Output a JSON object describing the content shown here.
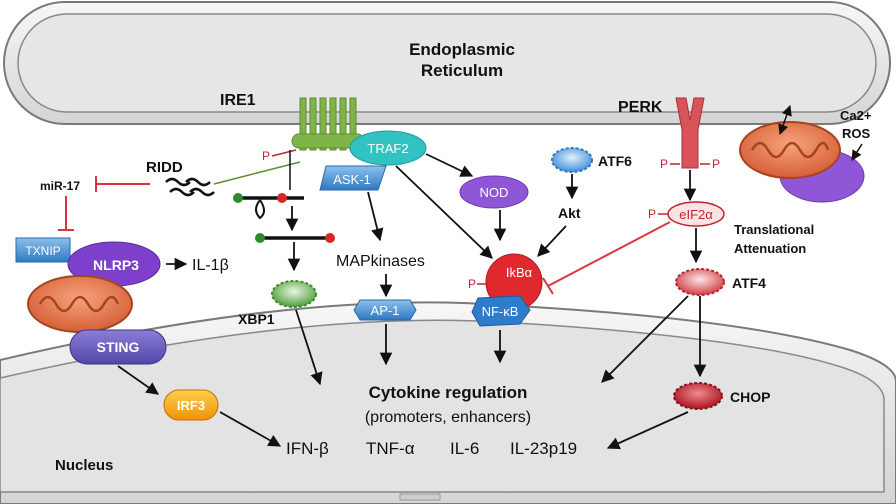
{
  "labels": {
    "er_line1": "Endoplasmic",
    "er_line2": "Reticulum",
    "nucleus": "Nucleus",
    "ire1": "IRE1",
    "perk": "PERK",
    "ridd": "RIDD",
    "mir17": "miR-17",
    "txnip": "TXNIP",
    "nlrp3": "NLRP3",
    "il1b": "IL-1β",
    "sting": "STING",
    "irf3": "IRF3",
    "xbp1": "XBP1",
    "traf2": "TRAF2",
    "ask1": "ASK-1",
    "mapkinases": "MAPkinases",
    "ap1": "AP-1",
    "nod": "NOD",
    "atf6": "ATF6",
    "akt": "Akt",
    "ikba": "IkBα",
    "nfkb": "NF-κB",
    "eif2a": "eIF2α",
    "translational_line1": "Translational",
    "translational_line2": "Attenuation",
    "atf4": "ATF4",
    "chop": "CHOP",
    "ca2": "Ca2+",
    "ros": "ROS",
    "p": "P",
    "cytokine_title": "Cytokine regulation",
    "cytokine_sub": "(promoters, enhancers)",
    "ifnb": "IFN-β",
    "tnfa": "TNF-α",
    "il6": "IL-6",
    "il23": "IL-23p19"
  },
  "colors": {
    "membrane": "#d9d9d9",
    "ire1": "#7fb548",
    "perk": "#d9545a",
    "traf2": "#33c2c2",
    "ask1": "#3f80c6",
    "nod": "#8f56d8",
    "atf6": "#4e9be0",
    "xbp1": "#4f9e3c",
    "ikba": "#e0292f",
    "nfkb": "#2f7bcc",
    "ap1": "#3f88cc",
    "irf3": "#f2a515",
    "chop": "#b01822",
    "mitochondria": "#e07a52",
    "inhibit": "#d9373d"
  }
}
